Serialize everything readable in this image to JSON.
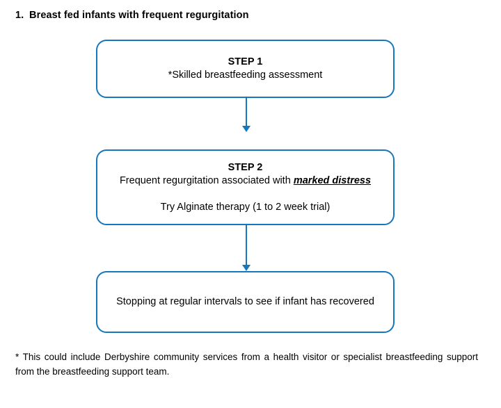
{
  "heading": {
    "number": "1.",
    "text": "Breast fed infants with frequent regurgitation"
  },
  "colors": {
    "flow_border": "#1577bd",
    "arrow": "#1577bd",
    "text": "#000000",
    "background": "#ffffff"
  },
  "flow": {
    "boxes": [
      {
        "id": "step-1",
        "title": "STEP 1",
        "body": "*Skilled breastfeeding assessment"
      },
      {
        "id": "step-2",
        "title": "STEP 2",
        "body_prefix": "Frequent regurgitation associated with ",
        "body_emphasis": "marked distress",
        "body_secondary": "Try Alginate therapy (1 to 2 week trial)"
      },
      {
        "id": "step-3",
        "body": "Stopping at regular intervals to see if infant has recovered"
      }
    ],
    "connectors": [
      {
        "id": "connector-1",
        "from": "step-1",
        "to": "step-2",
        "direction": "down"
      },
      {
        "id": "connector-2",
        "from": "step-2",
        "to": "step-3",
        "direction": "down"
      }
    ]
  },
  "footnote": {
    "text": "* This could include Derbyshire community services from a health visitor or specialist breastfeeding support from the breastfeeding support team."
  }
}
